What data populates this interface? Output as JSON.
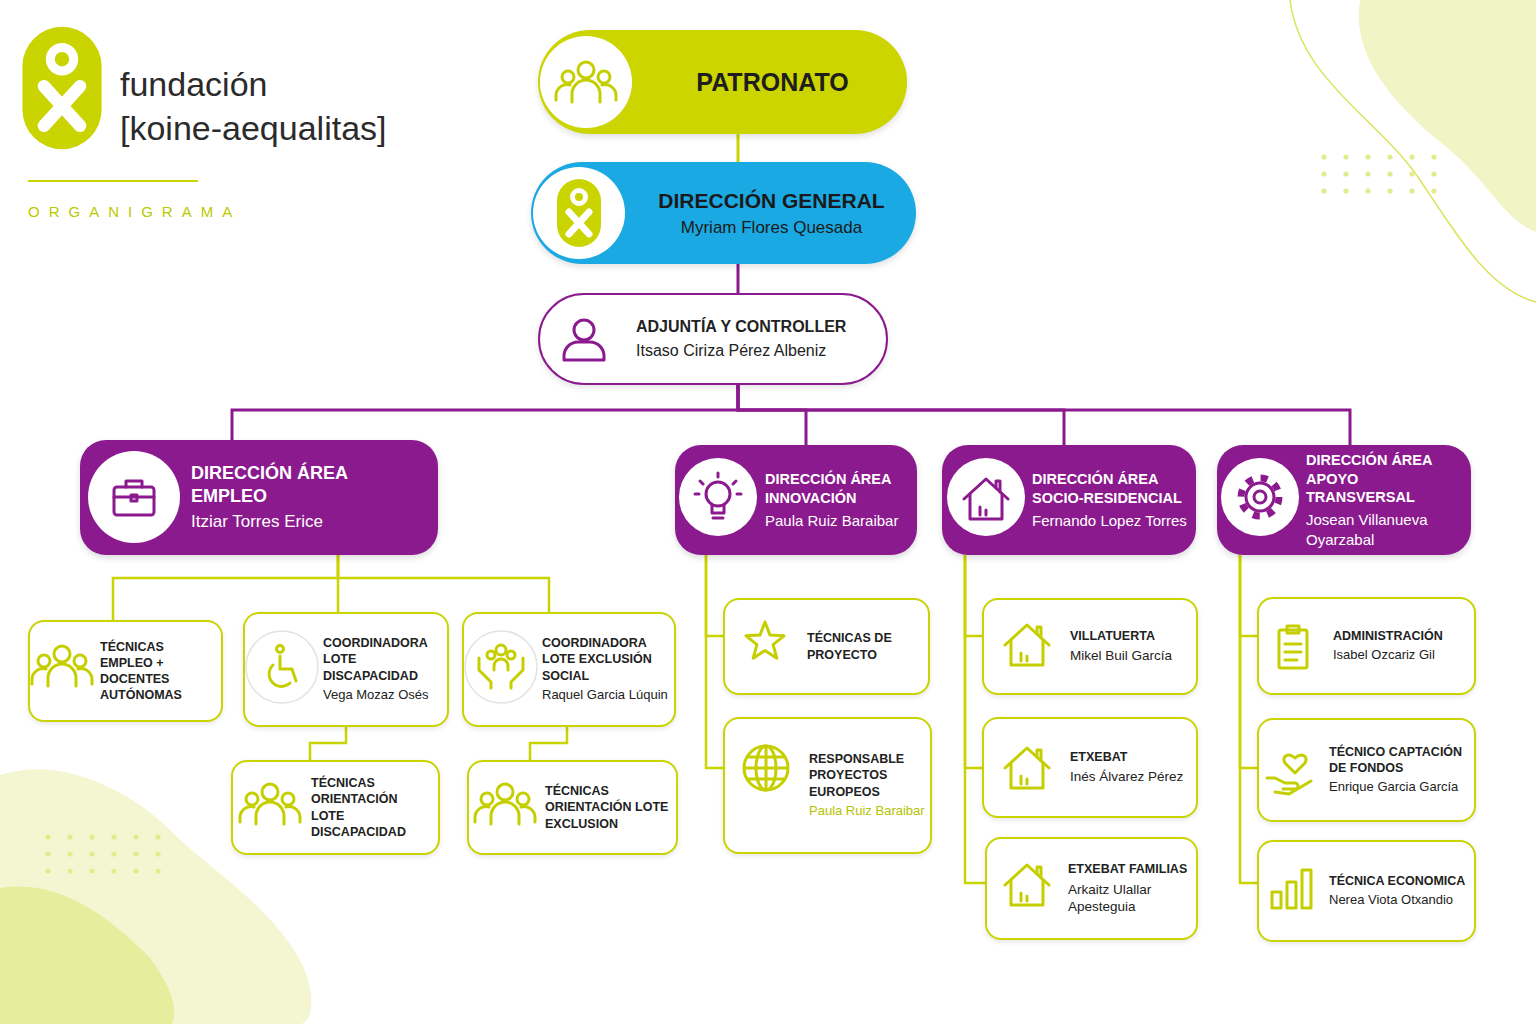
{
  "diagram": {
    "title": "fundación [koine-aequalitas]",
    "nodes": [
      {
        "text": [
          "PATRONATO"
        ]
      },
      {
        "text": [
          "DIRECCIÓN GENERAL",
          "Myriam Flores Quesada"
        ]
      },
      {
        "text": [
          "ADJUNTÍA Y CONTROLLER",
          "Itsaso Ciriza Pérez Albeniz"
        ]
      },
      {
        "text": [
          "DIRECCIÓN ÁREA EMPLEO",
          "Itziar Torres Erice"
        ]
      },
      {
        "text": [
          "DIRECCIÓN ÁREA INNOVACIÓN",
          "Paula Ruiz Baraibar"
        ]
      },
      {
        "text": [
          "DIRECCIÓN ÁREA SOCIO-RESIDENCIAL",
          "Fernando Lopez Torres"
        ]
      },
      {
        "text": [
          "DIRECCIÓN ÁREA APOYO TRANSVERSAL",
          "Josean Villanueva Oyarzabal"
        ]
      },
      {
        "text": [
          "TÉCNICAS EMPLEO + DOCENTES AUTÓNOMAS"
        ]
      },
      {
        "text": [
          "COORDINADORA LOTE DISCAPACIDAD",
          "Vega Mozaz Osés"
        ]
      },
      {
        "text": [
          "COORDINADORA LOTE EXCLUSIÓN SOCIAL",
          "Raquel Garcia Lúquin"
        ]
      },
      {
        "text": [
          "TÉCNICAS ORIENTACIÓN LOTE DISCAPACIDAD"
        ]
      },
      {
        "text": [
          "TÉCNICAS ORIENTACIÓN LOTE EXCLUSION"
        ]
      },
      {
        "text": [
          "TÉCNICAS DE PROYECTO"
        ]
      },
      {
        "text": [
          "RESPONSABLE PROYECTOS EUROPEOS",
          "Paula Ruiz Baraibar"
        ]
      },
      {
        "text": [
          "VILLATUERTA",
          "Mikel Buil García"
        ]
      },
      {
        "text": [
          "ETXEBAT",
          "Inés Álvarez Pérez"
        ]
      },
      {
        "text": [
          "ETXEBAT FAMILIAS",
          "Arkaitz Ulallar Apesteguia"
        ]
      },
      {
        "text": [
          "ADMINISTRACIÓN",
          "Isabel Ozcariz Gil"
        ]
      },
      {
        "text": [
          "TÉCNICO CAPTACIÓN DE FONDOS",
          "Enrique Garcia García"
        ]
      },
      {
        "text": [
          "TÉCNICA ECONOMICA",
          "Nerea Viota Otxandio"
        ]
      }
    ],
    "edges": [
      {
        "from": 0,
        "to": 1,
        "arrow": "none"
      },
      {
        "from": 1,
        "to": 2,
        "arrow": "none"
      },
      {
        "from": 2,
        "to": 3,
        "arrow": "none"
      },
      {
        "from": 2,
        "to": 4,
        "arrow": "none"
      },
      {
        "from": 2,
        "to": 5,
        "arrow": "none"
      },
      {
        "from": 2,
        "to": 6,
        "arrow": "none"
      },
      {
        "from": 3,
        "to": 7,
        "arrow": "none"
      },
      {
        "from": 3,
        "to": 8,
        "arrow": "none"
      },
      {
        "from": 3,
        "to": 9,
        "arrow": "none"
      },
      {
        "from": 8,
        "to": 10,
        "arrow": "none"
      },
      {
        "from": 9,
        "to": 11,
        "arrow": "none"
      },
      {
        "from": 4,
        "to": 12,
        "arrow": "none"
      },
      {
        "from": 4,
        "to": 13,
        "arrow": "none"
      },
      {
        "from": 5,
        "to": 14,
        "arrow": "none"
      },
      {
        "from": 5,
        "to": 15,
        "arrow": "none"
      },
      {
        "from": 5,
        "to": 16,
        "arrow": "none"
      },
      {
        "from": 6,
        "to": 17,
        "arrow": "none"
      },
      {
        "from": 6,
        "to": 18,
        "arrow": "none"
      },
      {
        "from": 6,
        "to": 19,
        "arrow": "none"
      }
    ],
    "labels": [
      "ORGANIGRAMA"
    ]
  }
}
